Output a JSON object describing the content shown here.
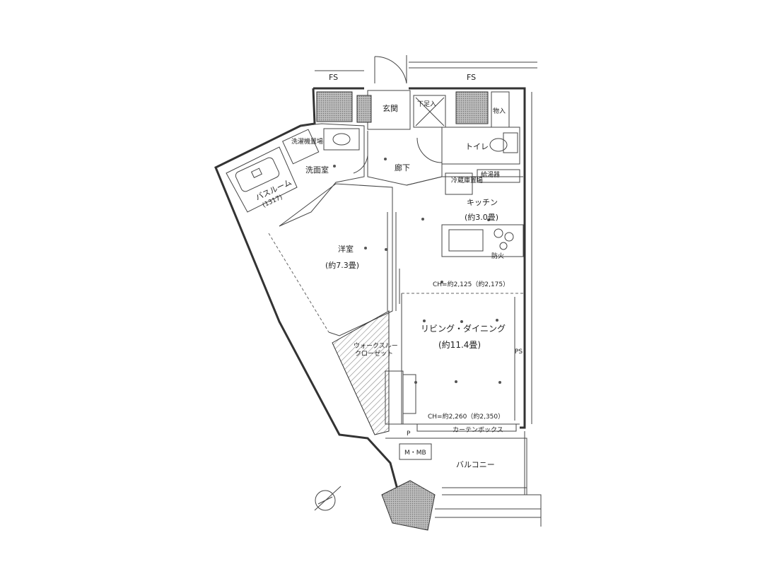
{
  "labels": {
    "fs_left": "FS",
    "fs_right": "FS",
    "genkan": "玄関",
    "rouka": "廊下",
    "toilet": "トイレ",
    "senmenshitsu": "洗面室",
    "bathroom": "バスルーム",
    "bath_size": "(1317)",
    "kitchen": "キッチン",
    "kitchen_size": "(約3.0畳)",
    "youshitsu": "洋室",
    "youshitsu_size": "(約7.3畳)",
    "living": "リビング・ダイニング",
    "living_size": "(約11.4畳)",
    "walkin_line1": "ウォークスルー",
    "walkin_line2": "クローゼット",
    "balcony": "バルコニー",
    "mb": "M・MB",
    "curtain_box": "カーテンボックス",
    "ceiling_note_kitchen": "CH=約2,125（約2,175）",
    "ceiling_note_living": "CH=約2,260（約2,350）",
    "reizouko": "冷蔵庫置場",
    "shoe": "下足入",
    "washer": "洗濯機置場",
    "storage": "物入",
    "heater": "給湯器",
    "fire": "防火",
    "p_mark": "P",
    "pm_mark": "PS"
  },
  "icons": [
    "compass-icon",
    "door-swing-icon",
    "bathtub-icon",
    "toilet-icon",
    "sink-icon",
    "stove-icon"
  ],
  "colors": {
    "line": "#333333",
    "hatch": "#888888",
    "background": "#ffffff"
  }
}
